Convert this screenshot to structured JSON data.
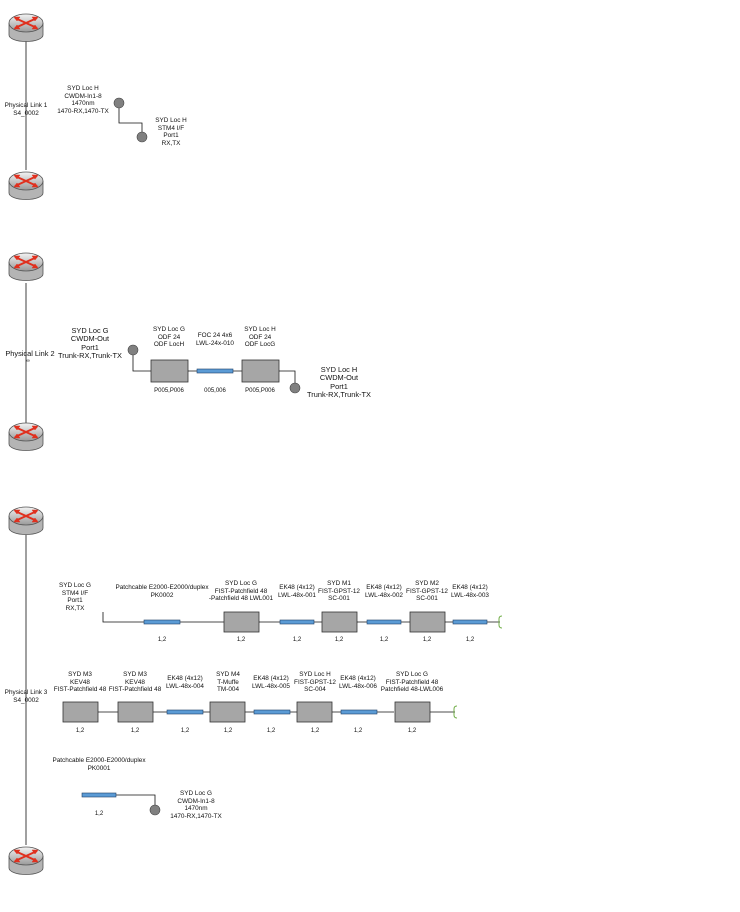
{
  "link1": {
    "name": "Physical Link 1",
    "id": "S4_0002",
    "source_label": "SYD Loc H\nCWDM-In1-8\n1470nm\n1470-RX,1470-TX",
    "target_label": "SYD Loc H\nSTM4 I/F\nPort1\nRX,TX"
  },
  "link2": {
    "name": "Physical Link 2",
    "id": "S4_0002",
    "source_label": "SYD Loc G\nCWDM-Out\nPort1\nTrunk-RX,Trunk-TX",
    "target_label": "SYD Loc H\nCWDM-Out\nPort1\nTrunk-RX,Trunk-TX",
    "odf1_label": "SYD Loc G\nODF 24\nODF LocH",
    "odf1_ports": "P005,P006",
    "cable_label": "FOC 24 4x6\nLWL-24x-010",
    "cable_ports": "005,006",
    "odf2_label": "SYD Loc H\nODF 24\nODF LocG",
    "odf2_ports": "P005,P006"
  },
  "link3": {
    "name": "Physical Link 3",
    "id": "S4_0002",
    "row1": {
      "source_label": "SYD Loc G\nSTM4 I/F\nPort1\nRX,TX",
      "items": [
        {
          "label": "Patchcable E2000-E2000/duplex\nPK0002",
          "ports": "1,2"
        },
        {
          "label": "SYD Loc G\nFIST-Patchfield 48\n-Patchfield 48 LWL001",
          "ports": "1,2"
        },
        {
          "label": "EK48 (4x12)\nLWL-48x-001",
          "ports": "1,2"
        },
        {
          "label": "SYD M1\nFIST-GPST-12\nSC-001",
          "ports": "1,2"
        },
        {
          "label": "EK48 (4x12)\nLWL-48x-002",
          "ports": "1,2"
        },
        {
          "label": "SYD M2\nFIST-GPST-12\nSC-001",
          "ports": "1,2"
        },
        {
          "label": "EK48 (4x12)\nLWL-48x-003",
          "ports": "1,2"
        }
      ]
    },
    "row2": {
      "items": [
        {
          "label": "SYD M3\nKEV48\nFIST-Patchfield 48",
          "ports": "1,2"
        },
        {
          "label": "SYD M3\nKEV48\nFIST-Patchfield 48",
          "ports": "1,2"
        },
        {
          "label": "EK48 (4x12)\nLWL-48x-004",
          "ports": "1,2"
        },
        {
          "label": "SYD M4\nT-Muffe\nTM-004",
          "ports": "1,2"
        },
        {
          "label": "EK48 (4x12)\nLWL-48x-005",
          "ports": "1,2"
        },
        {
          "label": "SYD Loc H\nFIST-GPST-12\nSC-004",
          "ports": "1,2"
        },
        {
          "label": "EK48 (4x12)\nLWL-48x-006",
          "ports": "1,2"
        },
        {
          "label": "SYD Loc G\nFIST-Patchfield 48\nPatchfield 48-LWL006",
          "ports": "1,2"
        }
      ]
    },
    "row3": {
      "patch_label": "Patchcable E2000-E2000/duplex\nPK0001",
      "patch_ports": "1,2",
      "target_label": "SYD Loc G\nCWDM-In1-8\n1470nm\n1470-RX,1470-TX"
    }
  },
  "colors": {
    "router_fill": "#d6d6d6",
    "router_arrow": "#e0301e",
    "equipment_fill": "#a6a6a6",
    "cable_fill": "#5b9bd5",
    "terminal_fill": "#808080",
    "continuation": "#70ad47"
  },
  "icons": [
    "router-icon",
    "port-terminal-icon",
    "equipment-box-icon",
    "cable-segment-icon",
    "continuation-bracket-icon"
  ]
}
